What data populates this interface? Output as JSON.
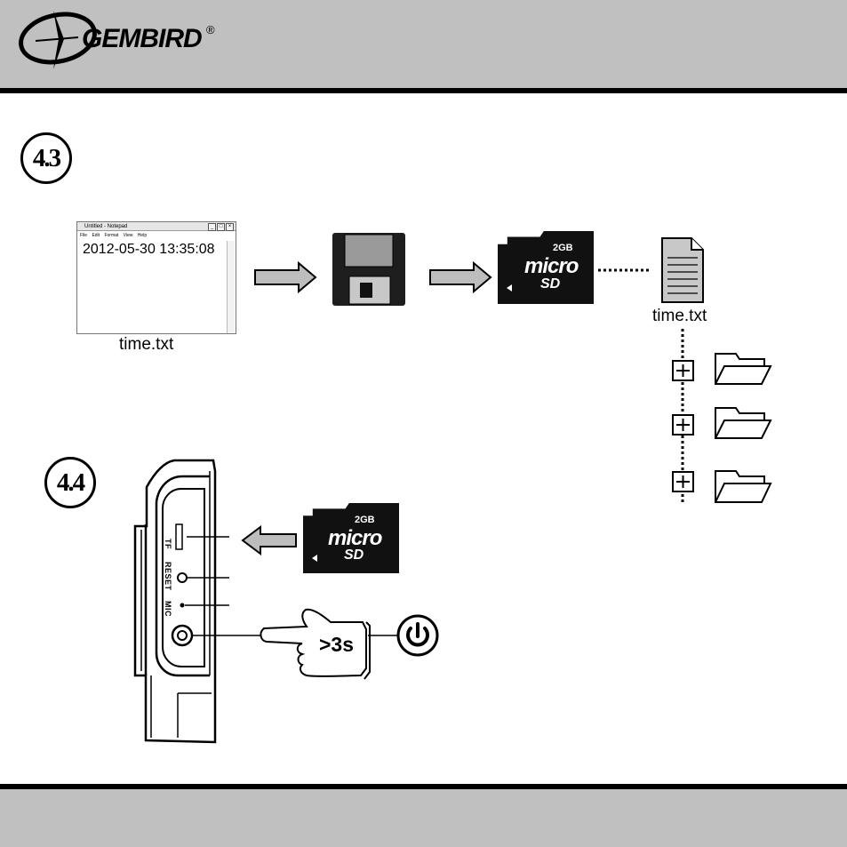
{
  "header": {
    "brand": "GEMBIRD",
    "trademark": "®"
  },
  "steps": [
    {
      "label": "4.3"
    },
    {
      "label": "4.4"
    }
  ],
  "notepad": {
    "title": "Untitled - Notepad",
    "menu": "File  Edit  Format  View  Help",
    "buttons": [
      "_",
      "□",
      "×"
    ],
    "content": "2012-05-30 13:35:08"
  },
  "captions": {
    "notepad_file": "time.txt",
    "card_file": "time.txt"
  },
  "sd_card": {
    "capacity": "2GB",
    "brand_top": "micro",
    "brand_bottom": "SD"
  },
  "device": {
    "port_tf": "TF",
    "port_reset": "RESET",
    "port_mic": "MIC"
  },
  "power": {
    "hold_label": ">3s",
    "icon": "power-icon"
  },
  "colors": {
    "header": "#c0c0c0",
    "rule": "#000000",
    "arrow_fill": "#bdbdbd",
    "card": "#111111"
  }
}
